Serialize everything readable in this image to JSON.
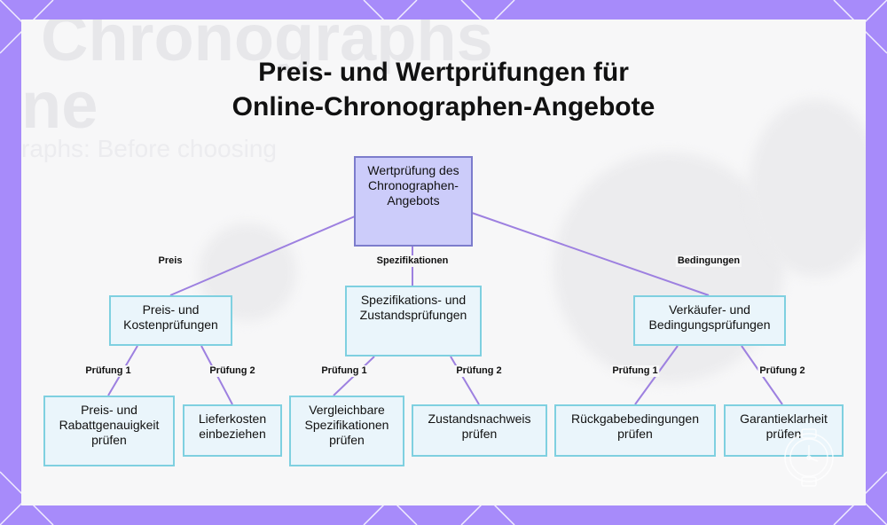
{
  "title": {
    "line1": "Preis- und Wertprüfungen für",
    "line2": "Online-Chronographen-Angebote"
  },
  "background_text": {
    "line1": "Chronographs",
    "line2": "ne",
    "line3": "raphs: Before choosing"
  },
  "root": {
    "label": "Wertprüfung des Chronographen-Angebots"
  },
  "branches": [
    {
      "edge_label": "Preis",
      "label": "Preis- und Kostenprüfungen",
      "children": [
        {
          "edge_label": "Prüfung 1",
          "label": "Preis- und Rabattgenauigkeit prüfen"
        },
        {
          "edge_label": "Prüfung 2",
          "label": "Lieferkosten einbeziehen"
        }
      ]
    },
    {
      "edge_label": "Spezifikationen",
      "label": "Spezifikations- und Zustandsprüfungen",
      "children": [
        {
          "edge_label": "Prüfung 1",
          "label": "Vergleichbare Spezifikationen prüfen"
        },
        {
          "edge_label": "Prüfung 2",
          "label": "Zustandsnachweis prüfen"
        }
      ]
    },
    {
      "edge_label": "Bedingungen",
      "label": "Verkäufer- und Bedingungsprüfungen",
      "children": [
        {
          "edge_label": "Prüfung 1",
          "label": "Rückgabebedingungen prüfen"
        },
        {
          "edge_label": "Prüfung 2",
          "label": "Garantieklarheit prüfen"
        }
      ]
    }
  ],
  "colors": {
    "frame": "#a78bfa",
    "edge": "#9d80e0",
    "root_fill": "#ccccfa",
    "root_border": "#7c7ccc",
    "node_fill": "#eaf5fb",
    "node_border": "#7fd0e0"
  },
  "icons": [
    "watch-emblem-icon"
  ]
}
